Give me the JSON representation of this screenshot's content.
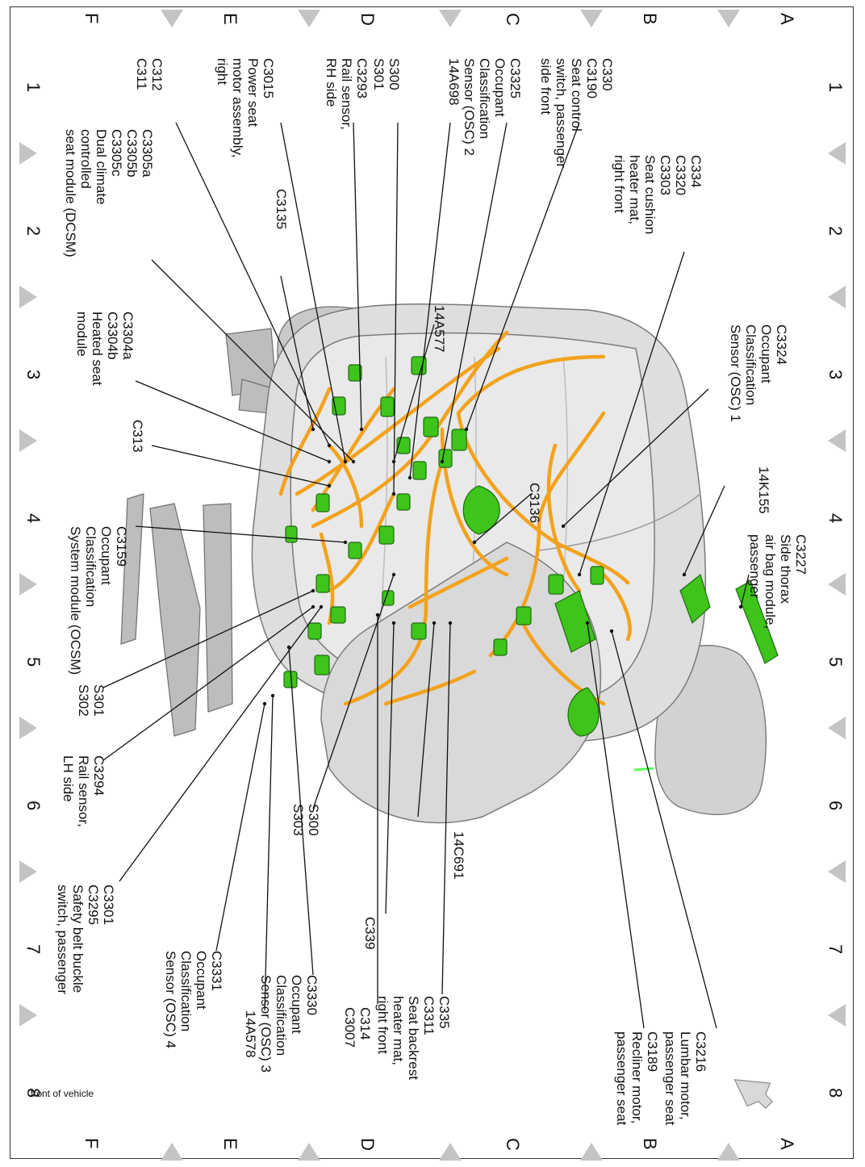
{
  "grid": {
    "columns": [
      "1",
      "2",
      "3",
      "4",
      "5",
      "6",
      "7",
      "8"
    ],
    "rows": [
      "A",
      "B",
      "C",
      "D",
      "E",
      "F"
    ]
  },
  "colors": {
    "wire": "#f2a21c",
    "connector": "#3ec41a",
    "seat": "#d4d4d4",
    "tick": "#c4c4c4",
    "leader": "#111111"
  },
  "callouts": {
    "c330_c3190": [
      "C330",
      "C3190",
      "Seat control",
      "switch, passenger",
      "side front"
    ],
    "c3325": [
      "C3325",
      "Occupant",
      "Classification",
      "Sensor (OSC) 2"
    ],
    "p14a698": [
      "14A698"
    ],
    "s300_s301": [
      "S300",
      "S301"
    ],
    "c3293": [
      "C3293",
      "Rail sensor,",
      "RH side"
    ],
    "c3015": [
      "C3015",
      "Power seat",
      "motor assembly,",
      "right"
    ],
    "c312_c311": [
      "C312",
      "C311"
    ],
    "c334": [
      "C334",
      "C3320",
      "C3303",
      "Seat cushion",
      "heater mat,",
      "right front"
    ],
    "c3135": [
      "C3135"
    ],
    "c3305": [
      "C3305a",
      "C3305b",
      "C3305c",
      "Dual climate",
      "controlled",
      "seat module (DCSM)"
    ],
    "c3324": [
      "C3324",
      "Occupant",
      "Classification",
      "Sensor (OSC) 1"
    ],
    "p14k155": [
      "14K155"
    ],
    "p14a577": [
      "14A577"
    ],
    "c3304": [
      "C3304a",
      "C3304b",
      "Heated seat",
      "module"
    ],
    "c313": [
      "C313"
    ],
    "c3136": [
      "C3136"
    ],
    "c3227": [
      "C3227",
      "Side thorax",
      "air bag module,",
      "passenger"
    ],
    "c3159": [
      "C3159",
      "Occupant",
      "Classification",
      "System module (OCSM)"
    ],
    "s301_s302": [
      "S301",
      "S302"
    ],
    "c3294": [
      "C3294",
      "Rail sensor,",
      "LH side"
    ],
    "s300_s303": [
      "S300",
      "S303"
    ],
    "p14c691": [
      "14C691"
    ],
    "c3301": [
      "C3301",
      "C3295",
      "Safety belt buckle",
      "switch, passenger"
    ],
    "c339": [
      "C339"
    ],
    "c3216": [
      "C3216",
      "Lumbar motor,",
      "passenger seat"
    ],
    "c3189": [
      "C3189",
      "Recliner motor,",
      "passenger seat"
    ],
    "c335": [
      "C335",
      "C3311",
      "Seat backrest",
      "heater mat,",
      "right front"
    ],
    "c314": [
      "C314",
      "C3007"
    ],
    "c3330": [
      "C3330",
      "Occupant",
      "Classification",
      "Sensor (OSC) 3"
    ],
    "p14a578": [
      "14A578"
    ],
    "c3331": [
      "C3331",
      "Occupant",
      "Classification",
      "Sensor (OSC) 4"
    ]
  },
  "front_note": "front of vehicle"
}
